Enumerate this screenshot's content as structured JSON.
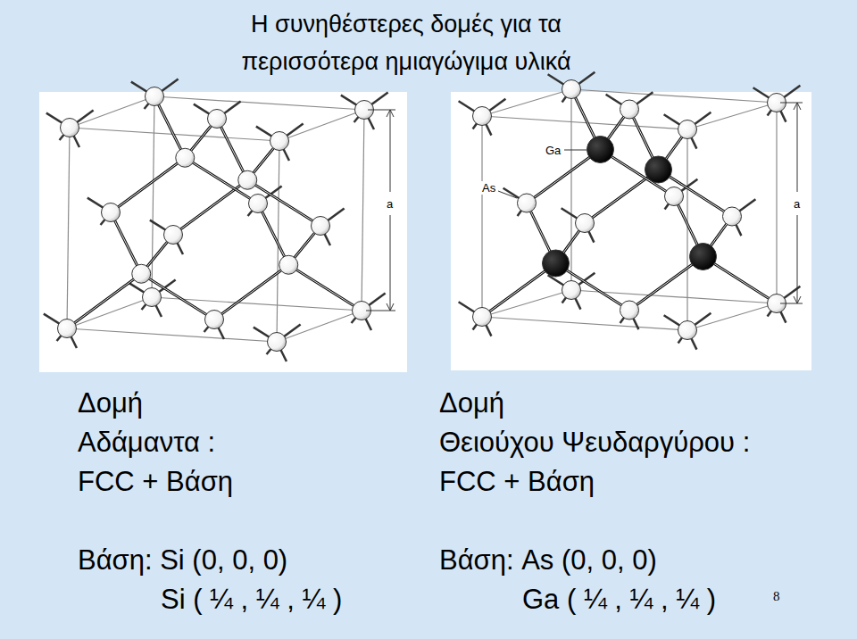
{
  "diagram": {
    "title": "Η συνηθέστερες δομές για τα περισσότερα ημιαγώγιμα υλικά",
    "labels": [
      "a",
      "Ga",
      "As",
      "a",
      "Δομή",
      "Αδάμαντα :",
      "FCC + Βάση",
      "Βάση: Si (0, 0, 0)",
      "Si ( ¼ , ¼ , ¼ )",
      "Δομή",
      "Θειούχου Ψευδαργύρου :",
      "FCC + Βάση",
      "Βάση: As (0, 0, 0)",
      "Ga ( ¼ , ¼ , ¼ )",
      "8"
    ]
  }
}
